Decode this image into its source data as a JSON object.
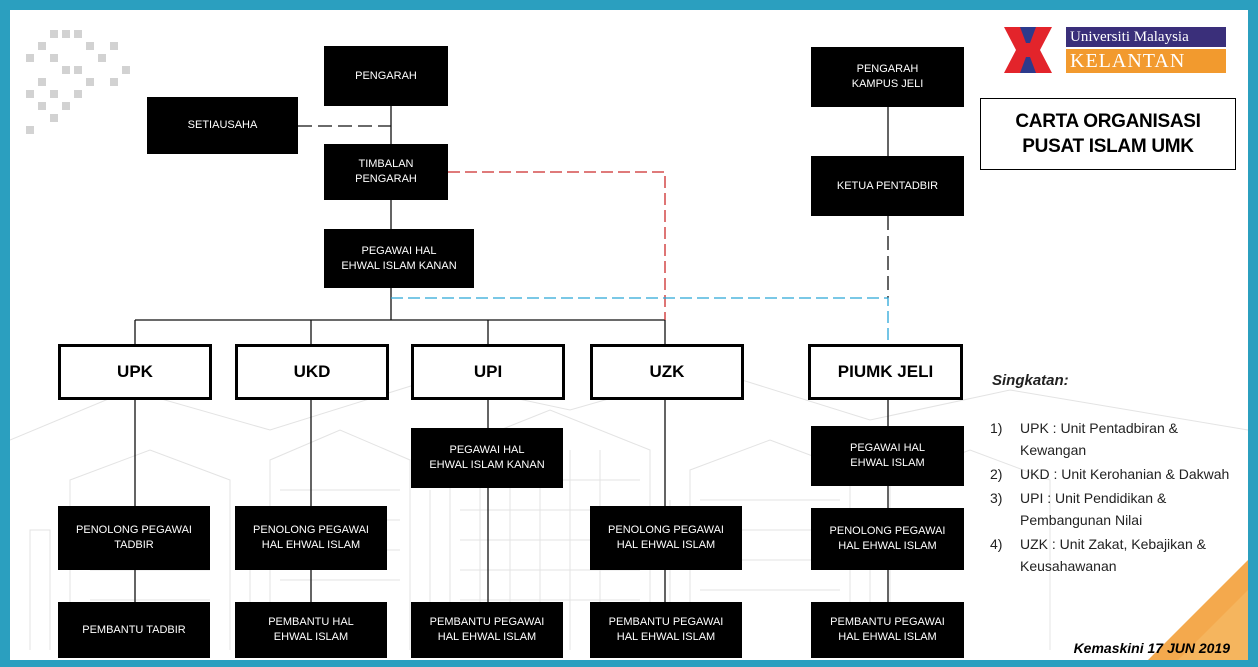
{
  "logo": {
    "line1": "Universiti Malaysia",
    "line2": "KELANTAN"
  },
  "title": {
    "line1": "CARTA ORGANISASI",
    "line2": "PUSAT ISLAM UMK"
  },
  "nodes": {
    "pengarah": "PENGARAH",
    "setiausaha": "SETIAUSAHA",
    "timbalan_pengarah": "TIMBALAN\nPENGARAH",
    "pegawai_kanan": "PEGAWAI HAL\nEHWAL ISLAM KANAN",
    "pengarah_jeli": "PENGARAH\nKAMPUS JELI",
    "ketua_pentadbir": "KETUA PENTADBIR"
  },
  "units": {
    "upk": {
      "name": "UPK",
      "staff": [
        "PENOLONG PEGAWAI\nTADBIR",
        "PEMBANTU TADBIR"
      ]
    },
    "ukd": {
      "name": "UKD",
      "staff": [
        "PENOLONG PEGAWAI\nHAL EHWAL ISLAM",
        "PEMBANTU HAL\nEHWAL ISLAM"
      ]
    },
    "upi": {
      "name": "UPI",
      "staff": [
        "PEGAWAI HAL\nEHWAL ISLAM KANAN",
        "PEMBANTU PEGAWAI\nHAL EHWAL ISLAM"
      ]
    },
    "uzk": {
      "name": "UZK",
      "staff": [
        "PENOLONG PEGAWAI\nHAL EHWAL ISLAM",
        "PEMBANTU PEGAWAI\nHAL EHWAL ISLAM"
      ]
    },
    "piumk": {
      "name": "PIUMK JELI",
      "staff": [
        "PEGAWAI HAL\nEHWAL ISLAM",
        "PENOLONG PEGAWAI\nHAL EHWAL ISLAM",
        "PEMBANTU PEGAWAI\nHAL EHWAL ISLAM"
      ]
    }
  },
  "abbreviations": {
    "title": "Singkatan:",
    "items": [
      {
        "num": "1)",
        "text": "UPK : Unit Pentadbiran & Kewangan"
      },
      {
        "num": "2)",
        "text": "UKD : Unit Kerohanian & Dakwah"
      },
      {
        "num": "3)",
        "text": "UPI : Unit Pendidikan & Pembangunan Nilai"
      },
      {
        "num": "4)",
        "text": "UZK : Unit Zakat, Kebajikan & Keusahawanan"
      }
    ]
  },
  "updated": "Kemaskini 17 JUN 2019",
  "colors": {
    "frame": "#2b9fbf",
    "line_red": "#cc2b2b",
    "line_blue": "#2aa6d8",
    "logo_red": "#e3242b",
    "logo_blue": "#2d3a8c",
    "logo_orange": "#f29a2e"
  }
}
